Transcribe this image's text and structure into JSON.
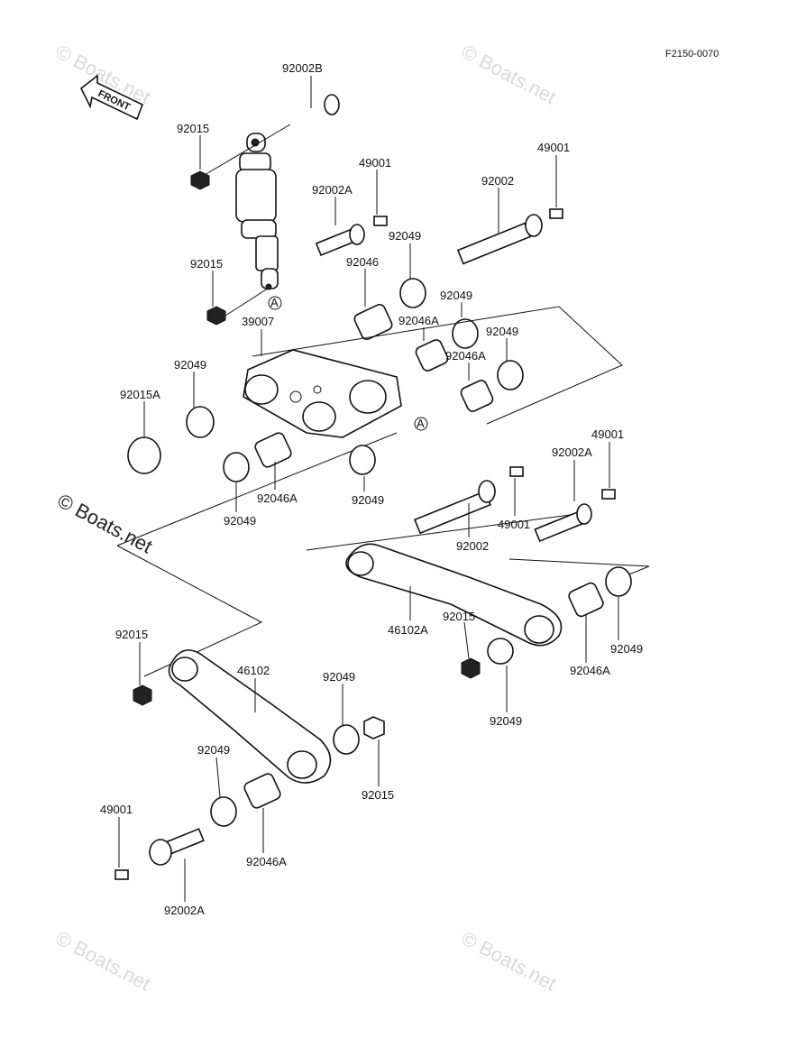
{
  "figure_code": "F2150-0070",
  "front_arrow_label": "FRONT",
  "watermarks": [
    "© Boats.net",
    "© Boats.net",
    "© Boats.net",
    "© Boats.net",
    "© Boats.net"
  ],
  "callout_marker": "A",
  "labels": {
    "l92002B": "92002B",
    "l92015_a": "92015",
    "l49001_a": "49001",
    "l92002A_a": "92002A",
    "l92002": "92002",
    "l49001_b": "49001",
    "l92015_b": "92015",
    "l92046": "92046",
    "l92049_a": "92049",
    "l92049_b": "92049",
    "l92046A_a": "92046A",
    "l92049_c": "92049",
    "l92046A_b": "92046A",
    "l39007": "39007",
    "l92049_d": "92049",
    "l92015A": "92015A",
    "l92049_e": "92049",
    "l92046A_c": "92046A",
    "l92049_f": "92049",
    "l49001_c": "49001",
    "l92002A_b": "92002A",
    "l49001_d": "49001",
    "l92002_b": "92002",
    "l46102A": "46102A",
    "l92015_c": "92015",
    "l92046A_d": "92046A",
    "l92049_g": "92049",
    "l92049_h": "92049",
    "l92015_d": "92015",
    "l46102": "46102",
    "l92049_i": "92049",
    "l92049_j": "92049",
    "l92015_e": "92015",
    "l49001_e": "49001",
    "l92046A_e": "92046A",
    "l92002A_c": "92002A"
  }
}
